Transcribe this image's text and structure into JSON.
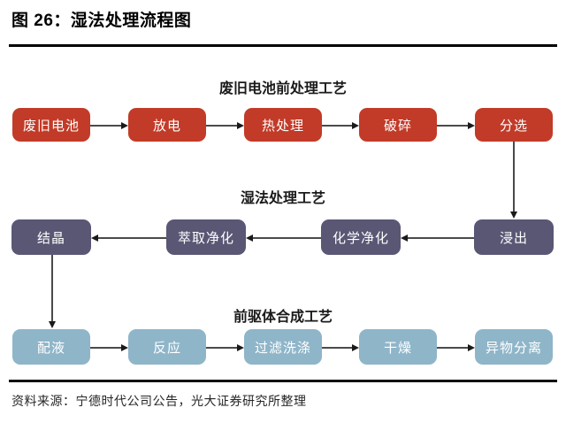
{
  "figure": {
    "title": "图 26：湿法处理流程图",
    "source": "资料来源：宁德时代公司公告，光大证券研究所整理"
  },
  "colors": {
    "stage1_box": "#C23B28",
    "stage2_box": "#5A5775",
    "stage3_box": "#8FB5C9",
    "box_text": "#FFFFFF",
    "rule_line": "#000000",
    "arrow_line": "#4A4A4A"
  },
  "diagram": {
    "type": "flowchart",
    "rows": [
      {
        "header": "废旧电池前处理工艺",
        "flow_direction": "left-to-right",
        "boxes": [
          "废旧电池",
          "放电",
          "热处理",
          "破碎",
          "分选"
        ]
      },
      {
        "header": "湿法处理工艺",
        "flow_direction": "right-to-left",
        "boxes": [
          "结晶",
          "萃取净化",
          "化学净化",
          "浸出"
        ]
      },
      {
        "header": "前驱体合成工艺",
        "flow_direction": "left-to-right",
        "boxes": [
          "配液",
          "反应",
          "过滤洗涤",
          "干燥",
          "异物分离"
        ]
      }
    ],
    "cross_row_connections": [
      "分选 → 浸出",
      "结晶 → 配液"
    ]
  }
}
